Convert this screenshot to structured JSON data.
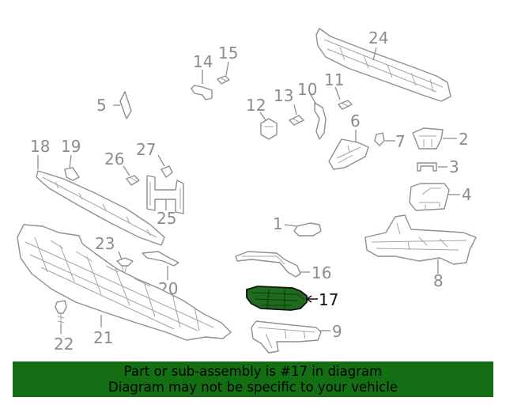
{
  "callouts": [
    "1",
    "2",
    "3",
    "4",
    "5",
    "6",
    "7",
    "8",
    "9",
    "10",
    "11",
    "12",
    "13",
    "14",
    "15",
    "16",
    "17",
    "18",
    "19",
    "20",
    "21",
    "22",
    "23",
    "24",
    "25",
    "26",
    "27"
  ],
  "highlighted_part": "17",
  "colors": {
    "banner_bg": "#146f14",
    "highlight_fill": "#1f6b1f",
    "line_gray": "#8f8f8f",
    "label_gray": "#8c8c8c"
  },
  "banner": {
    "line1": "Part or sub-assembly is #17 in diagram",
    "line2": "Diagram may not be specific to your vehicle"
  }
}
